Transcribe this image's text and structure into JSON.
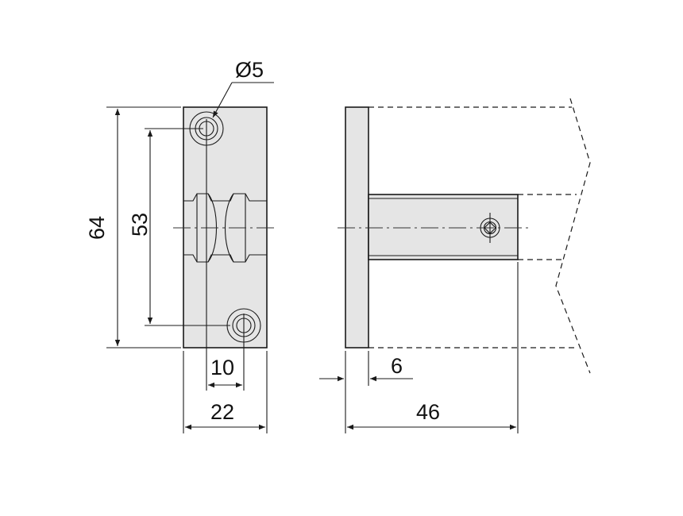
{
  "dimensions": {
    "hole_diameter": "Ø5",
    "overall_height": "64",
    "hole_spacing": "53",
    "hole_offset": "10",
    "plate_width": "22",
    "plate_thickness": "6",
    "overall_depth": "46"
  },
  "colors": {
    "part_fill": "#e5e5e5",
    "line": "#1a1a1a",
    "background": "#ffffff"
  }
}
